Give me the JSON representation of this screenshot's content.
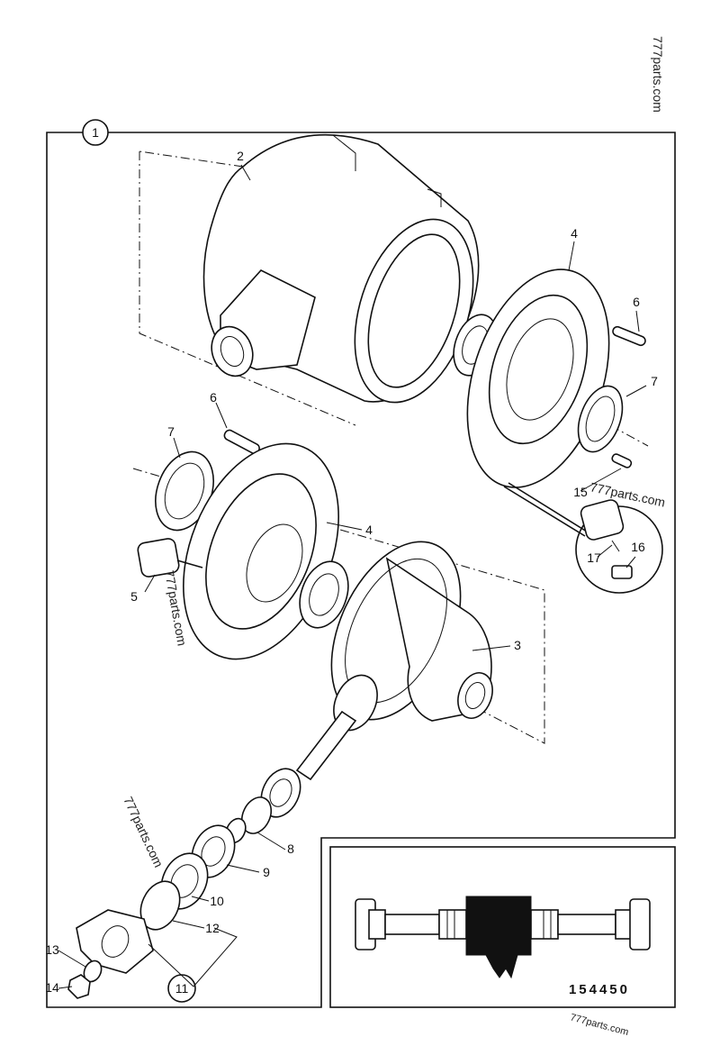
{
  "diagram": {
    "callouts": [
      "1",
      "2",
      "3",
      "4",
      "4",
      "5",
      "6",
      "6",
      "7",
      "7",
      "8",
      "9",
      "10",
      "11",
      "12",
      "13",
      "14",
      "15",
      "16",
      "17"
    ],
    "figure_code": "154450",
    "watermarks": [
      "777parts.com",
      "777parts.com",
      "777parts.com",
      "777parts.com",
      "777parts.com"
    ]
  }
}
